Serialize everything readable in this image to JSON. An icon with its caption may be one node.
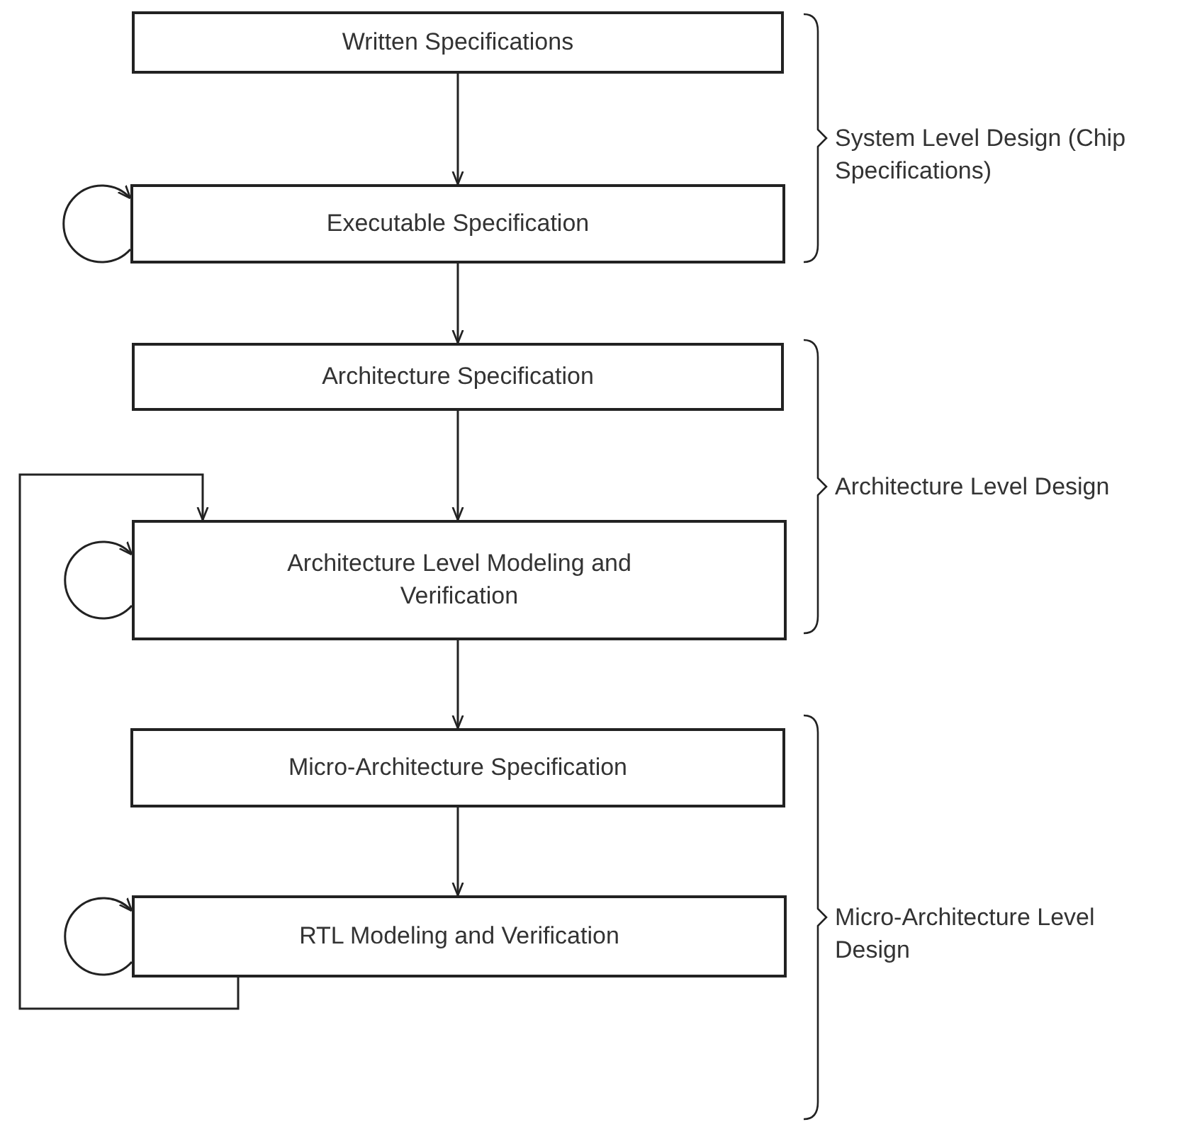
{
  "diagram": {
    "nodes": [
      {
        "text": [
          "Written Specifications"
        ]
      },
      {
        "text": [
          "Executable Specification"
        ]
      },
      {
        "text": [
          "Architecture Specification"
        ]
      },
      {
        "text": [
          "Architecture Level Modeling and Verification"
        ]
      },
      {
        "text": [
          "Micro-Architecture Specification"
        ]
      },
      {
        "text": [
          "RTL Modeling and Verification"
        ]
      }
    ],
    "edges": [
      {
        "from": 0,
        "to": 1,
        "arrow": "to"
      },
      {
        "from": 1,
        "to": 1,
        "arrow": "to"
      },
      {
        "from": 1,
        "to": 2,
        "arrow": "to"
      },
      {
        "from": 2,
        "to": 3,
        "arrow": "to"
      },
      {
        "from": 3,
        "to": 3,
        "arrow": "to"
      },
      {
        "from": 3,
        "to": 4,
        "arrow": "to"
      },
      {
        "from": 4,
        "to": 5,
        "arrow": "to"
      },
      {
        "from": 5,
        "to": 5,
        "arrow": "to"
      },
      {
        "from": 5,
        "to": 3,
        "arrow": "to"
      }
    ],
    "labels": [
      "System Level Design (Chip Specifications)",
      "Architecture Level Design",
      "Micro-Architecture Level Design"
    ]
  }
}
